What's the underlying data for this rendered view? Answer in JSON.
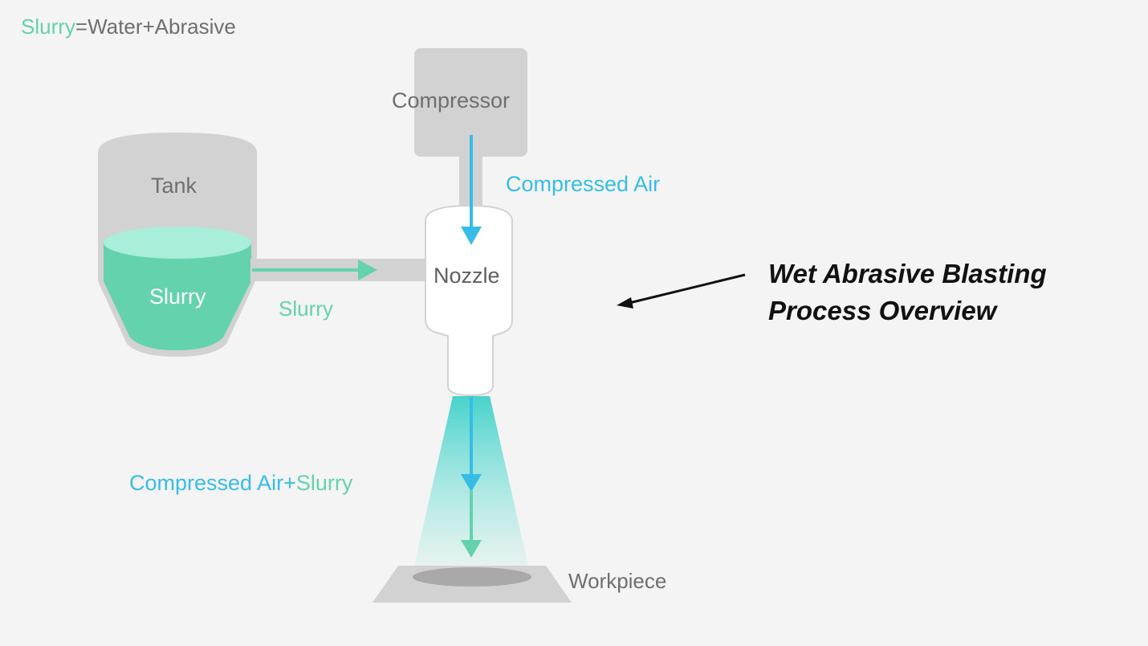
{
  "legend": {
    "term": "Slurry",
    "equals": "=",
    "rest": "Water+Abrasive"
  },
  "tank": {
    "label": "Tank",
    "contents_label": "Slurry"
  },
  "compressor": {
    "label": "Compressor"
  },
  "flows": {
    "compressed_air": "Compressed Air",
    "slurry": "Slurry",
    "mix_air": "Compressed Air",
    "mix_plus": "+",
    "mix_slurry": "Slurry"
  },
  "nozzle": {
    "label": "Nozzle"
  },
  "workpiece": {
    "label": "Workpiece"
  },
  "caption": {
    "line1": "Wet Abrasive Blasting",
    "line2": "Process Overview"
  },
  "colors": {
    "background": "#f4f4f4",
    "gray_fill": "#d2d2d2",
    "slurry_green": "#64d2ad",
    "air_blue": "#35bde6",
    "text_gray": "#6f6f6f",
    "caption": "#111111"
  }
}
